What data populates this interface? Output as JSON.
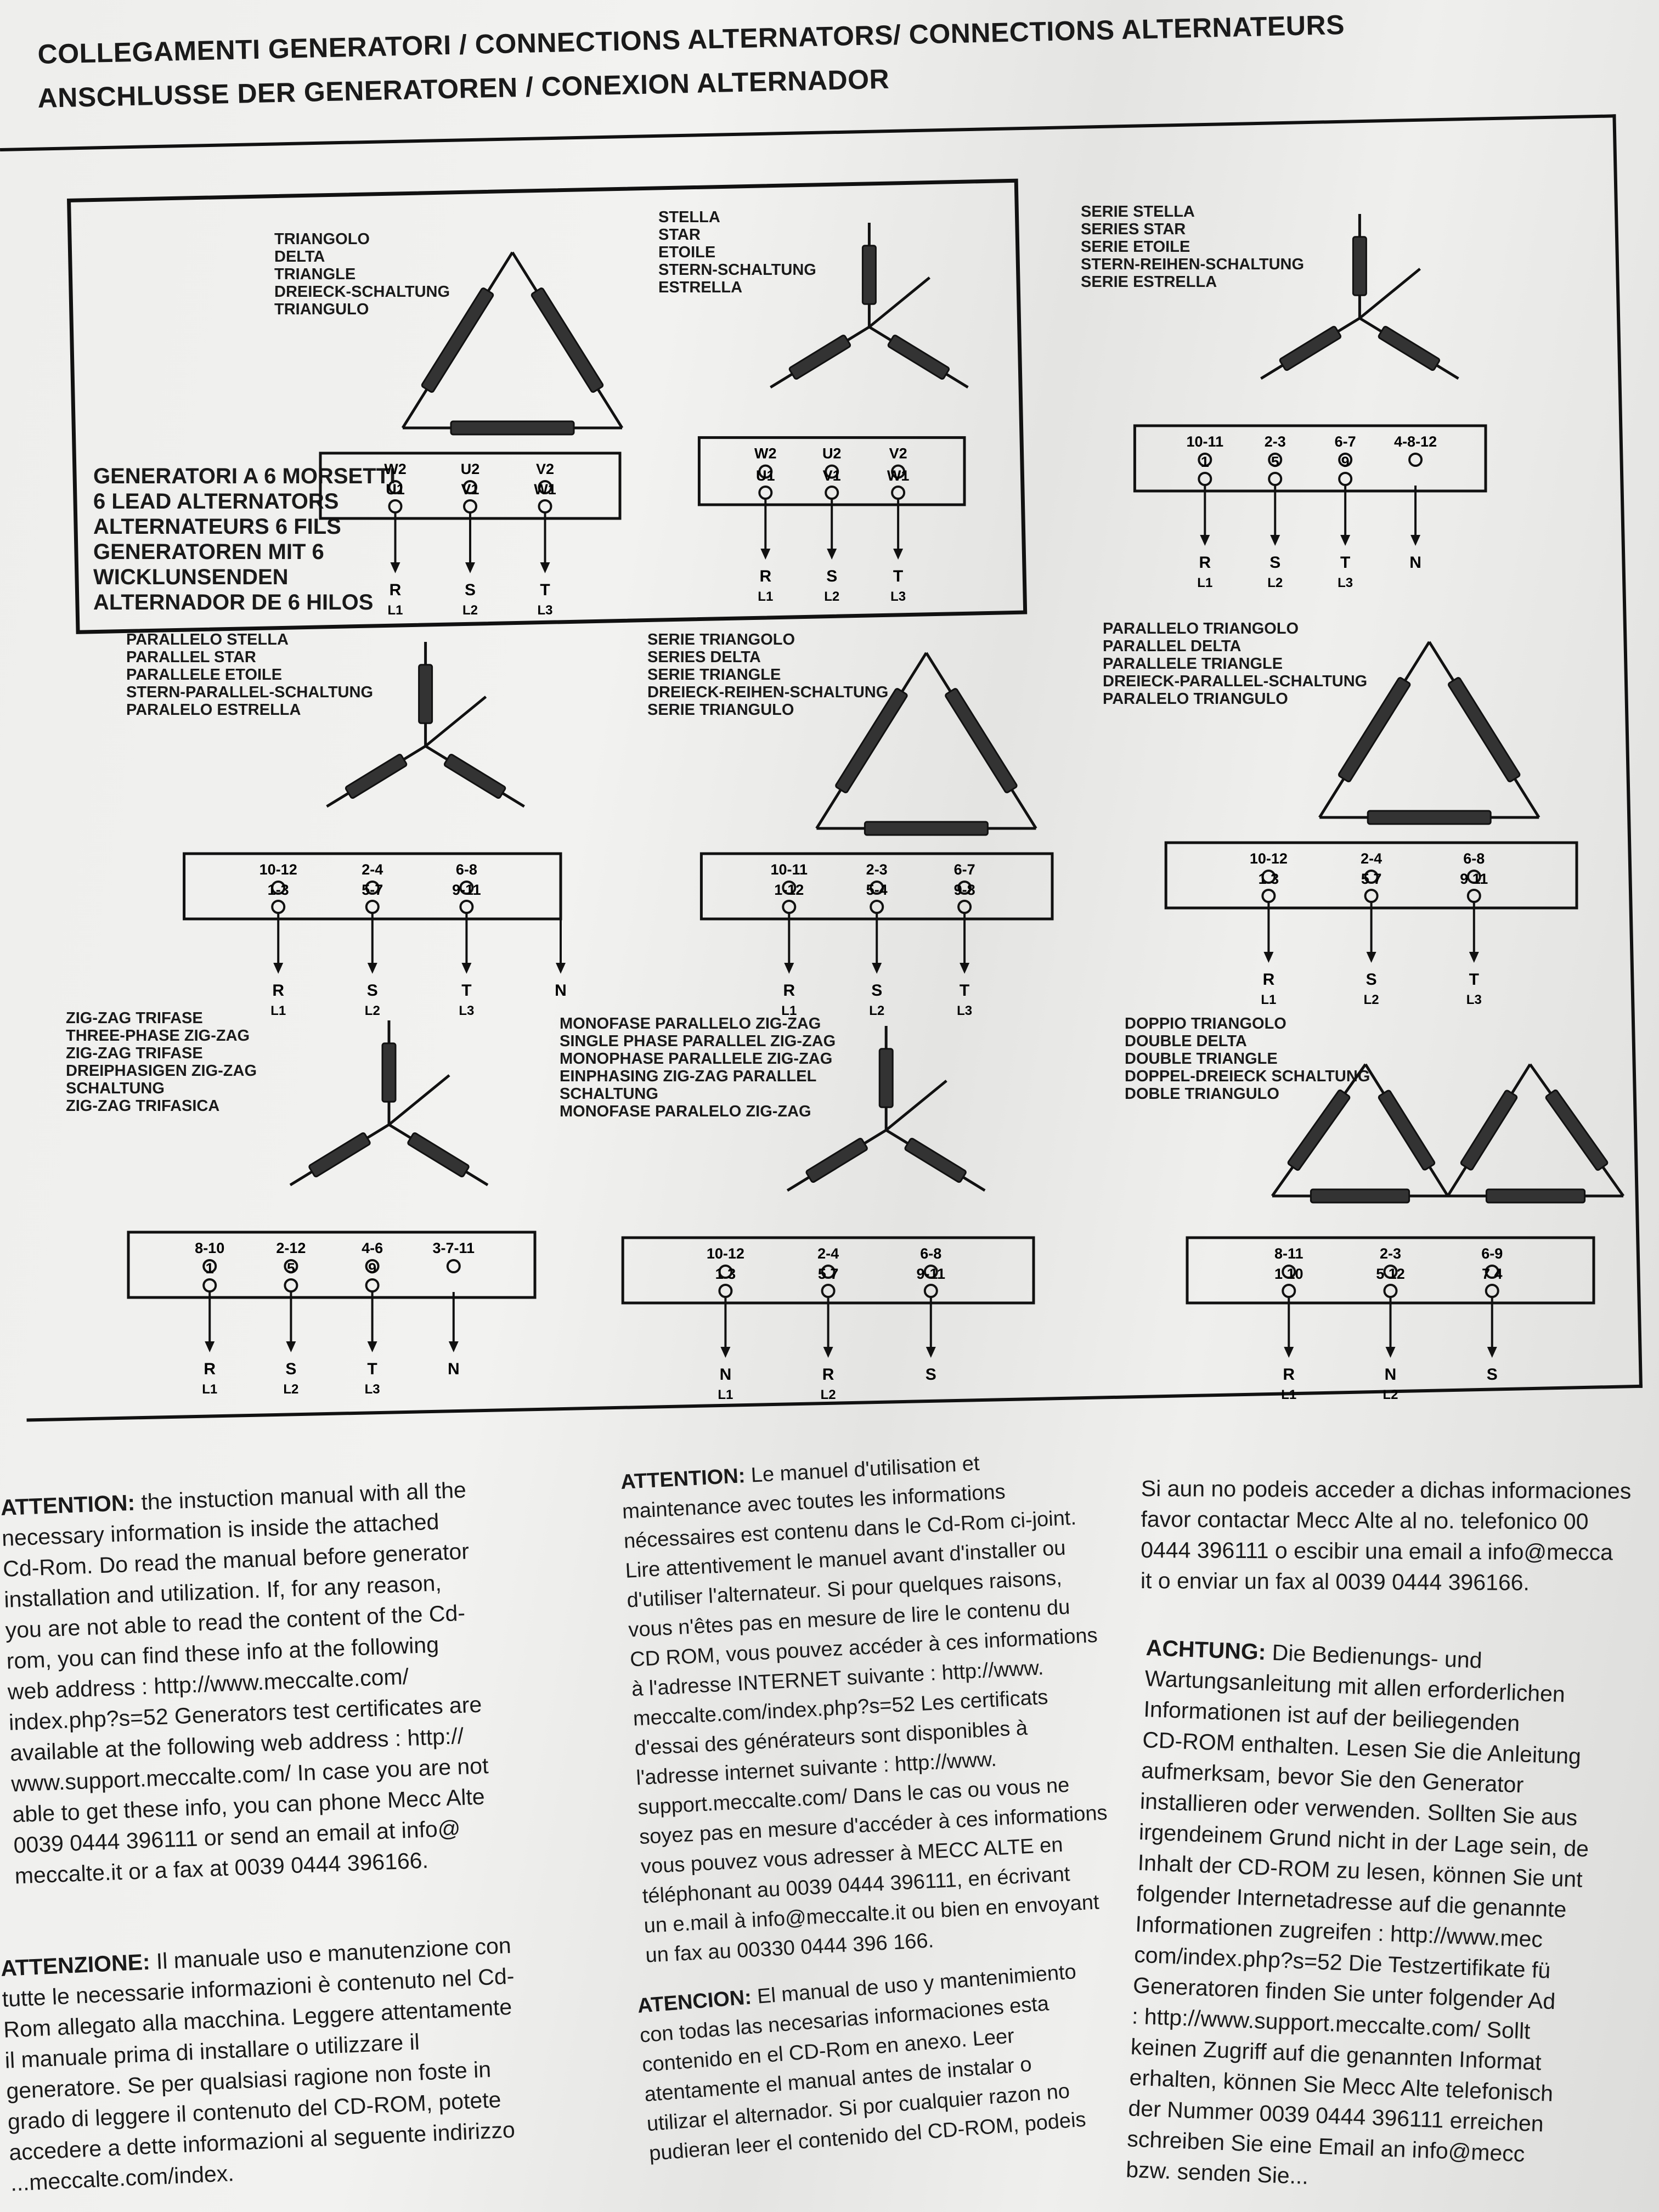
{
  "header": {
    "line1": "COLLEGAMENTI GENERATORI / CONNECTIONS ALTERNATORS/ CONNECTIONS ALTERNATEURS",
    "line2": "ANSCHLUSSE DER GENERATOREN / CONEXION ALTERNADOR"
  },
  "six_lead": "GENERATORI A 6 MORSETTI\n6 LEAD ALTERNATORS\nALTERNATEURS 6 FILS\nGENERATOREN MIT 6\nWICKLUNSENDEN\nALTERNADOR DE 6 HILOS",
  "diagrams": [
    {
      "label": "TRIANGOLO\nDELTA\nTRIANGLE\nDREIECK-SCHALTUNG\nTRIANGULO",
      "terminals_top": [
        "W2",
        "U2",
        "V2"
      ],
      "terminals_bottom": [
        "U1",
        "V1",
        "W1"
      ],
      "outputs": [
        "R",
        "S",
        "T"
      ],
      "lines": [
        "L1",
        "L2",
        "L3"
      ]
    },
    {
      "label": "STELLA\nSTAR\nETOILE\nSTERN-SCHALTUNG\nESTRELLA",
      "terminals_top": [
        "W2",
        "U2",
        "V2"
      ],
      "terminals_bottom": [
        "U1",
        "V1",
        "W1"
      ],
      "outputs": [
        "R",
        "S",
        "T"
      ],
      "lines": [
        "L1",
        "L2",
        "L3"
      ]
    },
    {
      "label": "SERIE STELLA\nSERIES STAR\nSERIE ETOILE\nSTERN-REIHEN-SCHALTUNG\nSERIE ESTRELLA",
      "terminals_top": [
        "10-11",
        "2-3",
        "6-7",
        "4-8-12"
      ],
      "terminals_bottom": [
        "1",
        "5",
        "9"
      ],
      "outputs": [
        "R",
        "S",
        "T",
        "N"
      ],
      "lines": [
        "L1",
        "L2",
        "L3"
      ]
    },
    {
      "label": "PARALLELO STELLA\nPARALLEL STAR\nPARALLELE ETOILE\nSTERN-PARALLEL-SCHALTUNG\nPARALELO ESTRELLA",
      "terminals_top": [
        "10-12",
        "2-4",
        "6-8"
      ],
      "terminals_bottom": [
        "1-3",
        "5-7",
        "9-11"
      ],
      "outputs": [
        "R",
        "S",
        "T",
        "N"
      ],
      "lines": [
        "L1",
        "L2",
        "L3"
      ]
    },
    {
      "label": "SERIE TRIANGOLO\nSERIES DELTA\nSERIE TRIANGLE\nDREIECK-REIHEN-SCHALTUNG\nSERIE TRIANGULO",
      "terminals_top": [
        "10-11",
        "2-3",
        "6-7"
      ],
      "terminals_bottom": [
        "1-12",
        "5-4",
        "9-8"
      ],
      "outputs": [
        "R",
        "S",
        "T"
      ],
      "lines": [
        "L1",
        "L2",
        "L3"
      ]
    },
    {
      "label": "PARALLELO TRIANGOLO\nPARALLEL DELTA\nPARALLELE TRIANGLE\nDREIECK-PARALLEL-SCHALTUNG\nPARALELO TRIANGULO",
      "terminals_top": [
        "10-12",
        "2-4",
        "6-8"
      ],
      "terminals_bottom": [
        "1 3",
        "5 7",
        "9 11"
      ],
      "outputs": [
        "R",
        "S",
        "T"
      ],
      "lines": [
        "L1",
        "L2",
        "L3"
      ]
    },
    {
      "label": "ZIG-ZAG TRIFASE\nTHREE-PHASE ZIG-ZAG\nZIG-ZAG TRIFASE\nDREIPHASIGEN ZIG-ZAG\nSCHALTUNG\nZIG-ZAG TRIFASICA",
      "terminals_top": [
        "8-10",
        "2-12",
        "4-6",
        "3-7-11"
      ],
      "terminals_bottom": [
        "1",
        "5",
        "9"
      ],
      "outputs": [
        "R",
        "S",
        "T",
        "N"
      ],
      "lines": [
        "L1",
        "L2",
        "L3"
      ]
    },
    {
      "label": "MONOFASE PARALLELO ZIG-ZAG\nSINGLE PHASE PARALLEL ZIG-ZAG\nMONOPHASE PARALLELE ZIG-ZAG\nEINPHASING ZIG-ZAG PARALLEL\nSCHALTUNG\nMONOFASE PARALELO ZIG-ZAG",
      "terminals_top": [
        "10-12",
        "2-4",
        "6-8"
      ],
      "terminals_bottom": [
        "1 3",
        "5 7",
        "9-11"
      ],
      "outputs": [
        "N",
        "R",
        "S"
      ],
      "lines": [
        "L1",
        "L2"
      ]
    },
    {
      "label": "DOPPIO TRIANGOLO\nDOUBLE DELTA\nDOUBLE TRIANGLE\nDOPPEL-DREIECK SCHALTUNG\nDOBLE TRIANGULO",
      "terminals_top": [
        "8-11",
        "2-3",
        "6-9"
      ],
      "terminals_bottom": [
        "1 10",
        "5 12",
        "7 4"
      ],
      "outputs": [
        "R",
        "N",
        "S"
      ],
      "lines": [
        "L1",
        "L2"
      ]
    }
  ],
  "text": {
    "en_head": "ATTENTION:",
    "en_body": " the instuction manual with all the\nnecessary information is inside the attached\nCd-Rom. Do read the manual before generator\ninstallation and utilization. If, for any reason,\nyou are not able to read the content of the Cd-\nrom, you can find these info at the following\nweb address : http://www.meccalte.com/\nindex.php?s=52 Generators test certificates are\navailable at the following web address : http://\nwww.support.meccalte.com/ In case you are not\nable to get these info, you can phone Mecc Alte\n0039 0444 396111 or send an email at info@\nmeccalte.it or a fax at 0039 0444 396166.",
    "it_head": "ATTENZIONE:",
    "it_body": " Il manuale uso e manutenzione con\ntutte le necessarie informazioni è contenuto nel Cd-\nRom allegato alla macchina. Leggere attentamente\nil manuale prima di installare o utilizzare il\ngeneratore. Se per qualsiasi ragione non foste in\ngrado di leggere il contenuto del CD-ROM, potete\naccedere a dette informazioni al seguente indirizzo\n...meccalte.com/index.",
    "fr_head": "ATTENTION:",
    "fr_body": " Le manuel d'utilisation et\nmaintenance avec toutes les informations\nnécessaires est contenu dans le Cd-Rom ci-joint.\nLire attentivement le manuel avant d'installer ou\nd'utiliser l'alternateur. Si pour quelques raisons,\nvous n'êtes pas en mesure de lire le contenu du\nCD ROM, vous pouvez accéder à ces informations\nà l'adresse INTERNET suivante : http://www.\nmeccalte.com/index.php?s=52 Les certificats\nd'essai des générateurs sont disponibles à\nl'adresse internet suivante : http://www.\nsupport.meccalte.com/ Dans le cas ou vous ne\nsoyez pas en mesure d'accéder à ces informations\nvous pouvez vous adresser à MECC ALTE en\ntéléphonant au 0039 0444 396111, en écrivant\nun e.mail à info@meccalte.it ou bien en envoyant\nun fax au 00330 0444 396 166.",
    "es_head": "ATENCION:",
    "es_body": " El manual de uso y mantenimiento\ncon todas las necesarias informaciones esta\ncontenido en el CD-Rom en anexo. Leer\natentamente el manual antes de instalar o\nutilizar el alternador. Si por cualquier razon no\npudieran leer el contenido del CD-ROM, podeis",
    "es_cont": "Si aun no podeis acceder a dichas informaciones\nfavor contactar Mecc Alte al no. telefonico 00\n0444 396111 o escibir una email a info@mecca\nit o enviar un fax al 0039 0444 396166.",
    "de_head": "ACHTUNG:",
    "de_body": " Die Bedienungs- und\nWartungsanleitung mit allen erforderlichen\nInformationen ist auf der beiliegenden\nCD-ROM enthalten. Lesen Sie die Anleitung\naufmerksam, bevor Sie den Generator\ninstallieren oder verwenden. Sollten Sie aus\nirgendeinem Grund nicht in der Lage sein, de\nInhalt der CD-ROM zu lesen, können Sie unt\nfolgender Internetadresse auf die genannte\nInformationen zugreifen : http://www.mec\ncom/index.php?s=52 Die Testzertifikate fü\nGeneratoren finden Sie unter folgender Ad\n: http://www.support.meccalte.com/ Sollt\nkeinen Zugriff auf die genannten Informat\nerhalten, können Sie Mecc Alte telefonisch\nder Nummer 0039 0444 396111 erreichen\nschreiben Sie eine Email an info@mecc\nbzw. senden Sie..."
  }
}
